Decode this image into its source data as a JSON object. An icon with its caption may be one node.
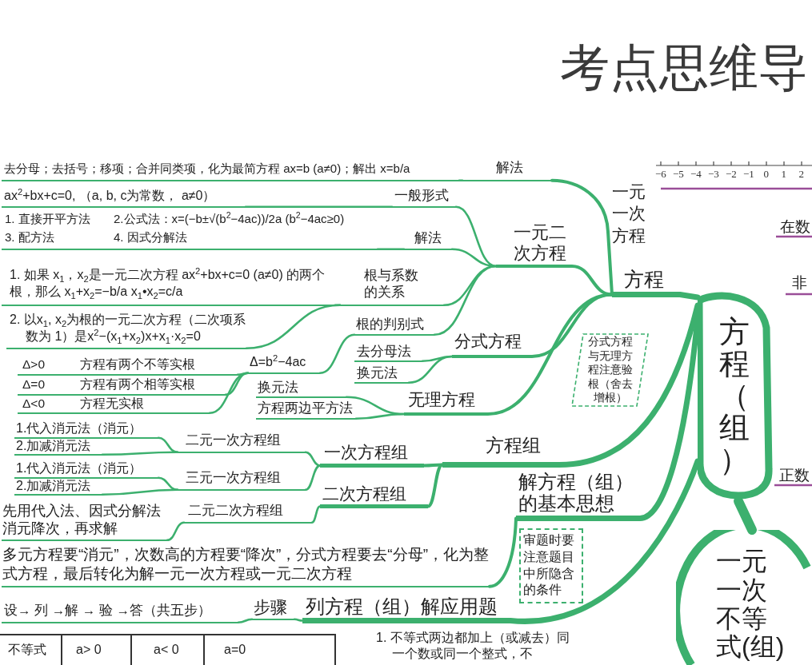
{
  "diagram": {
    "title": "考点思维导",
    "nodes": [
      {
        "text": [
          "方程（组）"
        ]
      },
      {
        "text": [
          "一元一次不等式(组)"
        ]
      },
      {
        "text": [
          "方程"
        ]
      },
      {
        "text": [
          "一元一次方程"
        ]
      },
      {
        "text": [
          "解法"
        ]
      },
      {
        "text": [
          "去分母；去括号；移项；合并同类项，化为最简方程 ax=b (a≠0)；解出 x=b/a"
        ]
      },
      {
        "text": [
          "一元二次方程"
        ]
      },
      {
        "text": [
          "一般形式"
        ]
      },
      {
        "text": [
          "ax$^{2}$+bx+c=0, （a, b, c为常数， a≠0）"
        ]
      },
      {
        "text": [
          "解法"
        ]
      },
      {
        "text": [
          "1. 直接开平方法",
          "2.公式法：x=(−b±√(b$^{2}$−4ac))/2a (b$^{2}$−4ac≥0)",
          "3. 配方法",
          "4. 因式分解法"
        ]
      },
      {
        "text": [
          "根与系数的关系"
        ]
      },
      {
        "text": [
          "1. 如果 x$_{1}$，x$_{2}$是一元二次方程 ax$^{2}$+bx+c=0 (a≠0) 的两个根，那么 x$_{1}$+x$_{2}$=−b/a x$_{1}$•x$_{2}$=c/a"
        ]
      },
      {
        "text": [
          "2. 以x$_{1}$, x$_{2}$为根的一元二次方程（二次项系数为 1）是x$^{2}$−(x$_{1}$+x$_{2}$)x+x$_{1}$·x$_{2}$=0"
        ]
      },
      {
        "text": [
          "根的判别式"
        ]
      },
      {
        "text": [
          "Δ=b$^{2}$−4ac"
        ]
      },
      {
        "text": [
          "Δ>0",
          "方程有两个不等实根"
        ]
      },
      {
        "text": [
          "Δ=0",
          "方程有两个相等实根"
        ]
      },
      {
        "text": [
          "Δ<0",
          "方程无实根"
        ]
      },
      {
        "text": [
          "分式方程"
        ]
      },
      {
        "text": [
          "去分母法"
        ]
      },
      {
        "text": [
          "换元法"
        ]
      },
      {
        "text": [
          "无理方程"
        ]
      },
      {
        "text": [
          "换元法"
        ]
      },
      {
        "text": [
          "方程两边平方法"
        ]
      },
      {
        "text": [
          "分式方程与无理方程注意验根（舍去增根）"
        ]
      },
      {
        "text": [
          "方程组"
        ]
      },
      {
        "text": [
          "一次方程组"
        ]
      },
      {
        "text": [
          "二元一次方程组"
        ]
      },
      {
        "text": [
          "1.代入消元法（消元）"
        ]
      },
      {
        "text": [
          "2.加减消元法"
        ]
      },
      {
        "text": [
          "三元一次方程组"
        ]
      },
      {
        "text": [
          "1.代入消元法（消元）"
        ]
      },
      {
        "text": [
          "2.加减消元法"
        ]
      },
      {
        "text": [
          "二次方程组"
        ]
      },
      {
        "text": [
          "二元二次方程组"
        ]
      },
      {
        "text": [
          "先用代入法、因式分解法消元降次，再求解"
        ]
      },
      {
        "text": [
          "解方程（组）的基本思想"
        ]
      },
      {
        "text": [
          "多元方程要“消元”，次数高的方程要“降次”，分式方程要去“分母”，化为整式方程，最后转化为解一元一次方程或一元二次方程"
        ]
      },
      {
        "text": [
          "审题时要注意题目中所隐含的条件"
        ]
      },
      {
        "text": [
          "列方程（组）解应用题"
        ]
      },
      {
        "text": [
          "步骤"
        ]
      },
      {
        "text": [
          "设→ 列 →解 → 验 →答（共五步）"
        ]
      }
    ],
    "edges": [
      {
        "from": 0,
        "to": 1,
        "arrow": "none",
        "style": "thick"
      },
      {
        "from": 0,
        "to": 2,
        "arrow": "none",
        "style": "thick"
      },
      {
        "from": 2,
        "to": 3,
        "arrow": "none"
      },
      {
        "from": 3,
        "to": 4,
        "arrow": "none"
      },
      {
        "from": 4,
        "to": 5,
        "arrow": "none"
      },
      {
        "from": 2,
        "to": 6,
        "arrow": "none"
      },
      {
        "from": 6,
        "to": 7,
        "arrow": "none"
      },
      {
        "from": 7,
        "to": 8,
        "arrow": "none"
      },
      {
        "from": 6,
        "to": 9,
        "arrow": "none"
      },
      {
        "from": 9,
        "to": 10,
        "arrow": "none"
      },
      {
        "from": 6,
        "to": 11,
        "arrow": "none"
      },
      {
        "from": 11,
        "to": 12,
        "arrow": "none"
      },
      {
        "from": 11,
        "to": 13,
        "arrow": "none"
      },
      {
        "from": 6,
        "to": 14,
        "arrow": "none"
      },
      {
        "from": 14,
        "to": 15,
        "arrow": "none"
      },
      {
        "from": 15,
        "to": 16,
        "arrow": "none"
      },
      {
        "from": 15,
        "to": 17,
        "arrow": "none"
      },
      {
        "from": 15,
        "to": 18,
        "arrow": "none"
      },
      {
        "from": 2,
        "to": 19,
        "arrow": "none"
      },
      {
        "from": 19,
        "to": 20,
        "arrow": "none"
      },
      {
        "from": 19,
        "to": 21,
        "arrow": "none"
      },
      {
        "from": 2,
        "to": 22,
        "arrow": "none"
      },
      {
        "from": 22,
        "to": 23,
        "arrow": "none"
      },
      {
        "from": 22,
        "to": 24,
        "arrow": "none"
      },
      {
        "from": 0,
        "to": 26,
        "arrow": "none",
        "style": "thick"
      },
      {
        "from": 26,
        "to": 27,
        "arrow": "none"
      },
      {
        "from": 27,
        "to": 28,
        "arrow": "none"
      },
      {
        "from": 28,
        "to": 29,
        "arrow": "none"
      },
      {
        "from": 28,
        "to": 30,
        "arrow": "none"
      },
      {
        "from": 27,
        "to": 31,
        "arrow": "none"
      },
      {
        "from": 31,
        "to": 32,
        "arrow": "none"
      },
      {
        "from": 31,
        "to": 33,
        "arrow": "none"
      },
      {
        "from": 26,
        "to": 34,
        "arrow": "none"
      },
      {
        "from": 34,
        "to": 35,
        "arrow": "none"
      },
      {
        "from": 35,
        "to": 36,
        "arrow": "none"
      },
      {
        "from": 0,
        "to": 37,
        "arrow": "none",
        "style": "thick"
      },
      {
        "from": 37,
        "to": 38,
        "arrow": "none"
      },
      {
        "from": 0,
        "to": 40,
        "arrow": "none",
        "style": "thick"
      },
      {
        "from": 40,
        "to": 41,
        "arrow": "none"
      },
      {
        "from": 41,
        "to": 42,
        "arrow": "none"
      }
    ],
    "labels": [
      "−6",
      "−5",
      "−4",
      "−3",
      "−2",
      "−1",
      "0",
      "1",
      "2",
      "在数",
      "非",
      "正数",
      "不等式",
      "a> 0",
      "a< 0",
      "a=0",
      "1. 不等式两边都加上（或减去）同一个数或同一个整式，不"
    ]
  }
}
